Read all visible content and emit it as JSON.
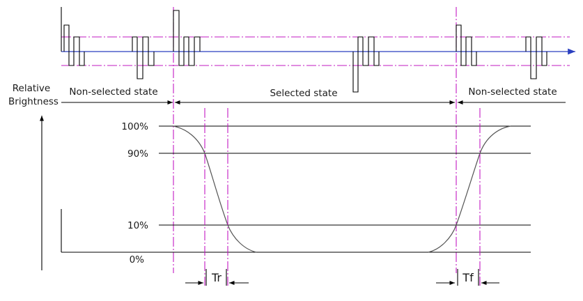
{
  "y_axis_label": [
    "Relative",
    "Brightness"
  ],
  "states": {
    "left": "Non-selected state",
    "middle": "Selected state",
    "right": "Non-selected state"
  },
  "levels": [
    "100%",
    "90%",
    "10%",
    "0%"
  ],
  "times": {
    "rise": "Tr",
    "fall": "Tf"
  },
  "colors": {
    "marker": "#c218c2",
    "reference": "#2a3fbf",
    "curve": "#555555"
  }
}
